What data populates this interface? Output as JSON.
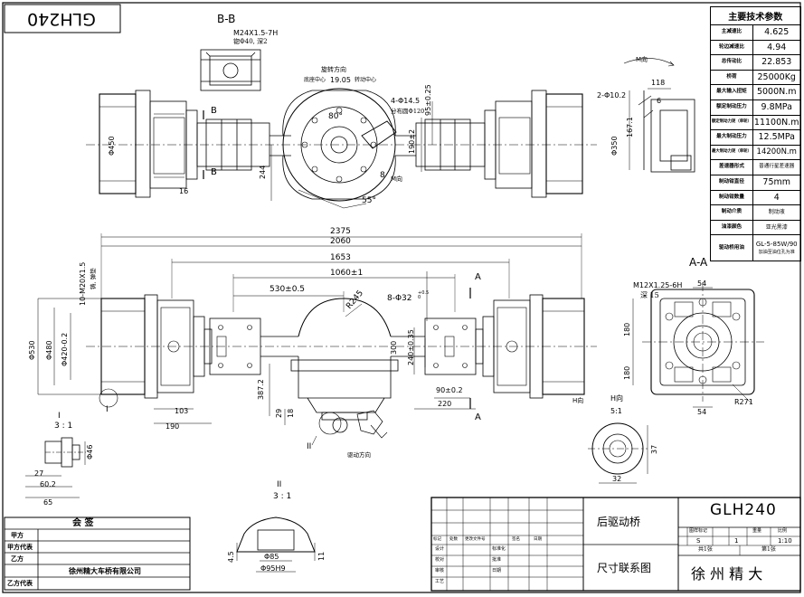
{
  "drawing_code_mirrored": "GLH240",
  "sections": {
    "bb": "B-B",
    "aa": "A-A",
    "h_detail": "H向",
    "h_scale": "5:1",
    "i_detail": "I",
    "i_scale": "3 : 1",
    "ii_detail": "II",
    "ii_scale": "3 : 1",
    "b_mark": "B",
    "a_mark": "A",
    "m_mark": "M向",
    "h_mark": "H向"
  },
  "annotations": {
    "thread_bb": "M24X1.5-7H",
    "depth_bb": "锪Φ40, 深2",
    "rotation_dir": "旋转方向",
    "dim_19_05": "19.05",
    "gear_dir_left": "底座中心",
    "gear_dir_right": "转动中心",
    "angle_80": "80°",
    "holes_4": "4-Φ14.5",
    "pcd_120": "分布圆Φ120",
    "dim_95": "95±0.25",
    "dim_190": "190±2",
    "dim_244": "244",
    "angle_55": "55°",
    "dim_8": "8",
    "dia_450": "Φ450",
    "dim_16": "16",
    "holes_2": "2-Φ10.2",
    "dim_118": "118",
    "dim_6": "6",
    "dim_167": "167.1",
    "dia_350": "Φ350",
    "dim_2375": "2375",
    "dim_2060": "2060",
    "dim_1653": "1653",
    "dim_1060": "1060±1",
    "dim_530": "530±0.5",
    "holes_8": "8-Φ32",
    "tol_32": "+0.5\n0",
    "r245": "R245",
    "dim_300": "300",
    "dim_240": "240±0.35",
    "dim_90": "90±0.2",
    "dim_220": "220",
    "dim_103": "103",
    "dim_190b": "190",
    "dim_387": "387.2",
    "dim_29": "29",
    "dim_18": "18",
    "thread_left": "10-M20X1.5",
    "thread_left2": "铸, 弹垫",
    "dia_530": "Φ530",
    "dia_480": "Φ480",
    "dia_420": "Φ420-0.2",
    "drive_dir": "驱动方向",
    "thread_aa": "M12X1.25-6H",
    "deep_15": "深 15",
    "dim_54a": "54",
    "dim_54b": "54",
    "dim_180a": "180",
    "dim_180b": "180",
    "r271": "R271",
    "dim_37": "37",
    "dim_32": "32",
    "dia_46": "Φ46",
    "dim_27": "27",
    "dim_60": "60.2",
    "dim_65": "65",
    "dim_45": "4.5",
    "dim_11": "11",
    "dia_85": "Φ85",
    "dia_95": "Φ95H9"
  },
  "spec_table": {
    "title": "主要技术参数",
    "rows": [
      {
        "k": "主减速比",
        "v": "4.625"
      },
      {
        "k": "轮边减速比",
        "v": "4.94"
      },
      {
        "k": "总传动比",
        "v": "22.853"
      },
      {
        "k": "桥荷",
        "v": "25000Kg"
      },
      {
        "k": "最大输入扭矩",
        "v": "5000N.m"
      },
      {
        "k": "额定制动压力",
        "v": "9.8MPa"
      },
      {
        "k": "额定制动力矩（单轮）",
        "v": "11100N.m"
      },
      {
        "k": "最大制动压力",
        "v": "12.5MPa"
      },
      {
        "k": "最大制动力矩（单轮）",
        "v": "14200N.m"
      },
      {
        "k": "差速器形式",
        "v": "普通行星差速器"
      },
      {
        "k": "制动钳直径",
        "v": "75mm"
      },
      {
        "k": "制动钳数量",
        "v": "4"
      },
      {
        "k": "制动介质",
        "v": "制动液"
      },
      {
        "k": "油漆颜色",
        "v": "亚光黑漆"
      },
      {
        "k": "驱动桥用油",
        "v": "GL-5-85W/90",
        "v2": "加油至油位孔为准"
      }
    ]
  },
  "signoff": {
    "title": "会 签",
    "rows": [
      "甲方",
      "甲方代表",
      "乙方",
      "乙方代表"
    ],
    "company": "徐州精大车桥有限公司"
  },
  "title_block": {
    "product": "后驱动桥",
    "drawing_name": "尺寸联系图",
    "code": "GLH240",
    "company": "徐 州 精 大",
    "stage_label": "图样标记",
    "weight_label": "重量",
    "scale_label": "比例",
    "stage": "S",
    "weight": "1",
    "scale": "1:10",
    "sheets": "共1张",
    "sheet": "第1张",
    "rev_headers": [
      "标记",
      "处数",
      "更改文件号",
      "签名",
      "日期"
    ],
    "roles": [
      "设计",
      "校对",
      "审核",
      "工艺"
    ],
    "roles2": [
      "标准化",
      "批准",
      "日期"
    ]
  }
}
